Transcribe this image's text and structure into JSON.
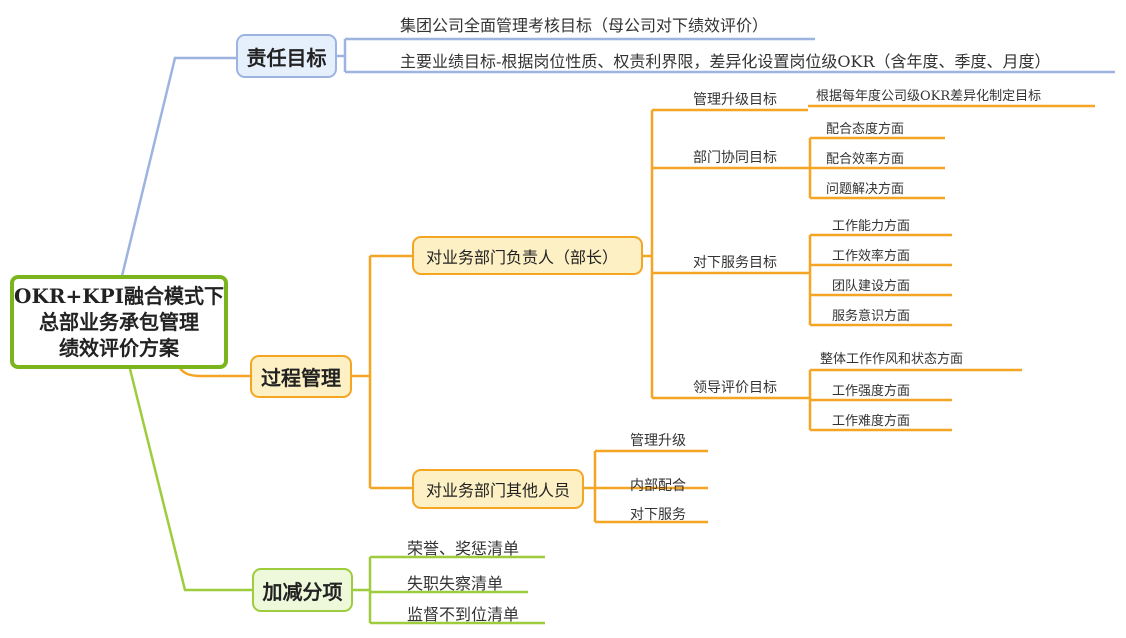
{
  "root": {
    "lines": [
      "OKR+KPI融合模式下",
      "总部业务承包管理",
      "绩效评价方案"
    ]
  },
  "branches": {
    "responsibility": {
      "label": "责任目标",
      "children": [
        "集团公司全面管理考核目标（母公司对下绩效评价）",
        "主要业绩目标-根据岗位性质、权责利界限，差异化设置岗位级OKR（含年度、季度、月度）"
      ]
    },
    "process": {
      "label": "过程管理",
      "head": {
        "label": "对业务部门负责人（部长）",
        "groups": [
          {
            "label": "管理升级目标",
            "children": [
              "根据每年度公司级OKR差异化制定目标"
            ]
          },
          {
            "label": "部门协同目标",
            "children": [
              "配合态度方面",
              "配合效率方面",
              "问题解决方面"
            ]
          },
          {
            "label": "对下服务目标",
            "children": [
              "工作能力方面",
              "工作效率方面",
              "团队建设方面",
              "服务意识方面"
            ]
          },
          {
            "label": "领导评价目标",
            "children": [
              "整体工作作风和状态方面",
              "工作强度方面",
              "工作难度方面"
            ]
          }
        ]
      },
      "others": {
        "label": "对业务部门其他人员",
        "children": [
          "管理升级",
          "内部配合",
          "对下服务"
        ]
      }
    },
    "bonus": {
      "label": "加减分项",
      "children": [
        "荣誉、奖惩清单",
        "失职失察清单",
        "监督不到位清单"
      ]
    }
  },
  "colors": {
    "root": "#7ab51d",
    "blue": "#9db3e0",
    "orange": "#f4a522",
    "green": "#9dcd3c"
  }
}
